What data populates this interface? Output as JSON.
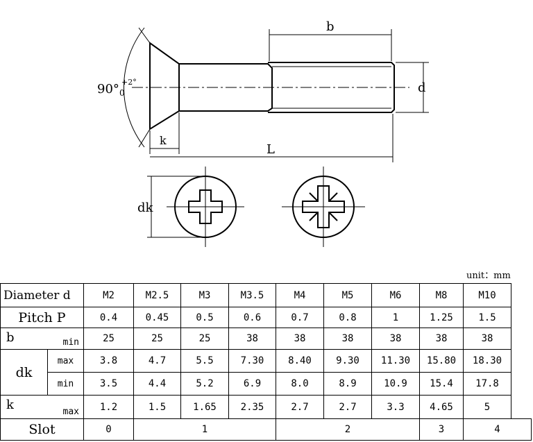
{
  "drawing": {
    "dim_b": "b",
    "dim_d": "d",
    "dim_k": "k",
    "dim_L": "L",
    "dim_dk": "dk",
    "angle_base": "90°",
    "angle_upper": "+2°",
    "angle_lower": "0"
  },
  "unit_label": "unit：mm",
  "table": {
    "row_diameter": {
      "label": "Diameter d",
      "values": [
        "M2",
        "M2.5",
        "M3",
        "M3.5",
        "M4",
        "M5",
        "M6",
        "M8",
        "M10"
      ]
    },
    "row_pitch": {
      "label": "Pitch P",
      "values": [
        "0.4",
        "0.45",
        "0.5",
        "0.6",
        "0.7",
        "0.8",
        "1",
        "1.25",
        "1.5"
      ]
    },
    "row_b": {
      "label": "b",
      "sub": "min",
      "values": [
        "25",
        "25",
        "25",
        "38",
        "38",
        "38",
        "38",
        "38",
        "38"
      ]
    },
    "row_dk": {
      "label": "dk",
      "max_label": "max",
      "max_values": [
        "3.8",
        "4.7",
        "5.5",
        "7.30",
        "8.40",
        "9.30",
        "11.30",
        "15.80",
        "18.30"
      ],
      "min_label": "min",
      "min_values": [
        "3.5",
        "4.4",
        "5.2",
        "6.9",
        "8.0",
        "8.9",
        "10.9",
        "15.4",
        "17.8"
      ]
    },
    "row_k": {
      "label": "k",
      "sub": "max",
      "values": [
        "1.2",
        "1.5",
        "1.65",
        "2.35",
        "2.7",
        "2.7",
        "3.3",
        "4.65",
        "5"
      ]
    },
    "row_slot": {
      "label": "Slot",
      "values": [
        "0",
        "1",
        "2",
        "3",
        "4"
      ]
    }
  }
}
